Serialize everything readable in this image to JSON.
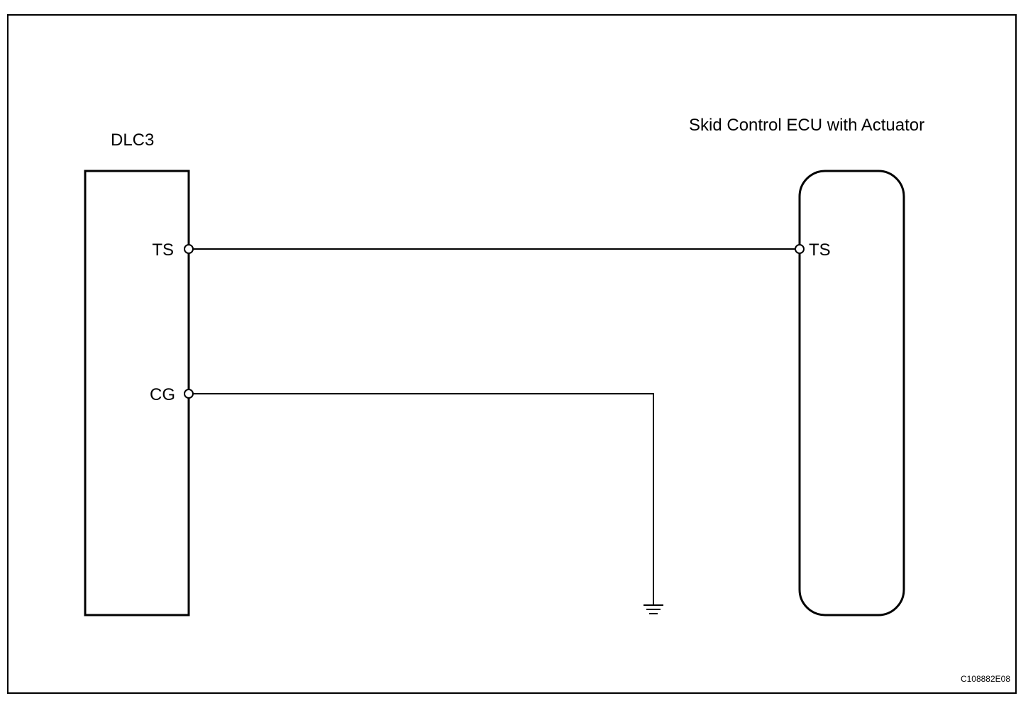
{
  "diagram": {
    "left_component": {
      "title": "DLC3",
      "terminals": [
        "TS",
        "CG"
      ]
    },
    "right_component": {
      "title": "Skid Control ECU with Actuator",
      "terminals": [
        "TS"
      ]
    },
    "connections": [
      {
        "from": "DLC3.TS",
        "to": "Skid Control ECU with Actuator.TS"
      },
      {
        "from": "DLC3.CG",
        "to": "ground"
      }
    ],
    "figure_code": "C108882E08"
  },
  "colors": {
    "line": "#000000",
    "background": "#ffffff"
  }
}
